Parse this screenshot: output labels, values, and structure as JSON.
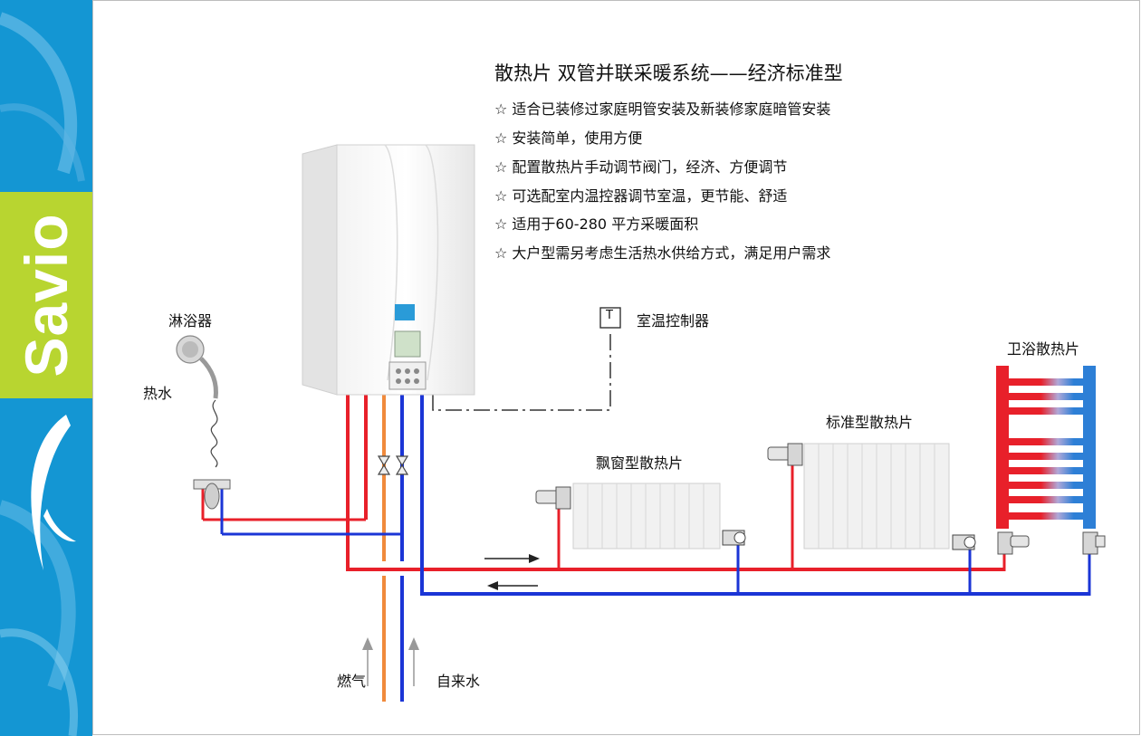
{
  "brand": {
    "name": "Savio"
  },
  "title": "散热片 双管并联采暖系统——经济标准型",
  "features": [
    "☆ 适合已装修过家庭明管安装及新装修家庭暗管安装",
    "☆ 安装简单，使用方便",
    "☆ 配置散热片手动调节阀门，经济、方便调节",
    "☆ 可选配室内温控器调节室温，更节能、舒适",
    "☆ 适用于60-280 平方采暖面积",
    "☆ 大户型需另考虑生活热水供给方式，满足用户需求"
  ],
  "labels": {
    "shower": "淋浴器",
    "hot_water": "热水",
    "thermostat": "室温控制器",
    "thermostat_symbol": "T",
    "bay_radiator": "飘窗型散热片",
    "standard_radiator": "标准型散热片",
    "bathroom_radiator": "卫浴散热片",
    "gas": "燃气",
    "tap_water": "自来水"
  },
  "colors": {
    "sidebar": "#1496d3",
    "brand_box": "#b8d530",
    "hot_pipe": "#e8202a",
    "cold_pipe": "#1b35d6",
    "gas_pipe": "#f08a3c"
  }
}
